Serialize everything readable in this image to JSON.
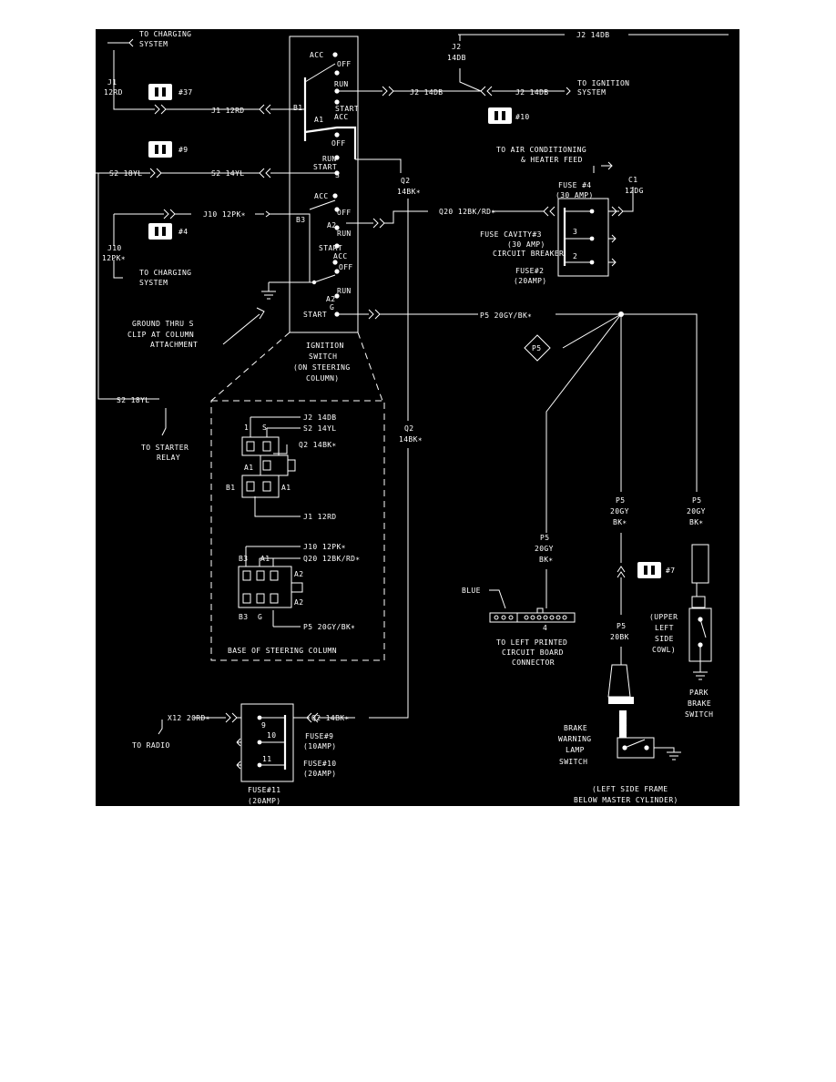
{
  "colors": {
    "background": "#000000",
    "ink": "#ffffff",
    "page": "#ffffff"
  },
  "icons": [
    "book-ref-icon",
    "ground-icon",
    "connector-icon",
    "switch-icon",
    "lamp-icon"
  ],
  "labels": {
    "to_charging_1": "TO CHARGING",
    "system_1": "SYSTEM",
    "j1": "J1",
    "j1_12rd": "12RD",
    "ref37": "#37",
    "j1_12rd_wire": "J1 12RD",
    "j2_14db_top": "J2 14DB",
    "j2": "J2",
    "j2_14db_v": "14DB",
    "j2_14db_mid": "J2 14DB",
    "j2_14db_right": "J2 14DB",
    "to_ignition": "TO IGNITION",
    "system_ign": "SYSTEM",
    "ref10": "#10",
    "ref9": "#9",
    "s2_18yl_left": "S2 18YL",
    "s2_14yl": "S2 14YL",
    "j10_12pk": "J10 12PK∗",
    "ref4": "#4",
    "j10": "J10",
    "j10_12pk_v": "12PK∗",
    "to_charging_2": "TO CHARGING",
    "system_2": "SYSTEM",
    "ground_1": "GROUND THRU S",
    "ground_2": "CLIP AT COLUMN",
    "ground_3": "ATTACHMENT",
    "ign_1": "IGNITION",
    "ign_2": "SWITCH",
    "ign_3": "(ON STEERING",
    "ign_4": "COLUMN)",
    "s2_18yl_bottom": "S2 18YL",
    "to_starter": "TO STARTER",
    "relay": "RELAY",
    "acc_1": "ACC",
    "off_1": "OFF",
    "run_1": "RUN",
    "start_1": "START",
    "acc_2": "ACC",
    "b1": "B1",
    "a1": "A1",
    "off_2": "OFF",
    "run_2": "RUN",
    "start_2": "START",
    "s_pin": "S",
    "acc_3": "ACC",
    "off_3": "OFF",
    "b3": "B3",
    "a2": "A2",
    "run_3": "RUN",
    "start_3": "START",
    "acc_4": "ACC",
    "off_4": "OFF",
    "run_4": "RUN",
    "a2_g": "A2",
    "g_pin": "G",
    "start_4": "START",
    "q2": "Q2",
    "q2_14bk": "14BK∗",
    "q20": "Q20 12BK/RD∗",
    "to_ac_1": "TO AIR CONDITIONING",
    "to_ac_2": "& HEATER FEED",
    "c1": "C1",
    "c1_12dg": "12DG",
    "fuse4_1": "FUSE #4",
    "fuse4_2": "(30 AMP)",
    "fuse_cavity_1": "FUSE CAVITY#3",
    "fuse_cavity_2": "(30 AMP)",
    "fuse_cavity_3": "CIRCUIT BREAKER",
    "fuse2_1": "FUSE#2",
    "fuse2_2": "(20AMP)",
    "cav3": "3",
    "cav2": "2",
    "p5_wire": "P5 20GY/BK∗",
    "p5_diamond": "P5",
    "q2_b": "Q2",
    "q2_b_14bk": "14BK∗",
    "bsc_j2": "J2 14DB",
    "bsc_s2": "S2 14YL",
    "bsc_q2": "Q2 14BK∗",
    "bsc_1": "1",
    "bsc_s": "S",
    "bsc_a1": "A1",
    "bsc_b1": "B1",
    "bsc_a1b": "A1",
    "bsc_j1": "J1 12RD",
    "bsc_j10": "J10 12PK∗",
    "bsc_b3": "B3",
    "bsc_a1c": "A1",
    "bsc_q20": "Q20 12BK/RD∗",
    "bsc_a2": "A2",
    "bsc_a2b": "A2",
    "bsc_b3b": "B3",
    "bsc_g": "G",
    "bsc_p5": "P5 20GY/BK∗",
    "bsc_title": "BASE OF STEERING COLUMN",
    "p5_a": "P5",
    "p5_a_1": "20GY",
    "p5_a_2": "BK∗",
    "p5_b": "P5",
    "p5_b_1": "20GY",
    "p5_b_2": "BK∗",
    "p5_c": "P5",
    "p5_c_1": "20GY",
    "p5_c_2": "BK∗",
    "ref7": "#7",
    "blue": "BLUE",
    "conn_4": "4",
    "to_left_1": "TO LEFT PRINTED",
    "to_left_2": "CIRCUIT BOARD",
    "to_left_3": "CONNECTOR",
    "p5_d": "P5",
    "p5_d_1": "20BK",
    "upper_1": "(UPPER",
    "upper_2": "LEFT",
    "upper_3": "SIDE",
    "upper_4": "COWL)",
    "park_1": "PARK",
    "park_2": "BRAKE",
    "park_3": "SWITCH",
    "bw_1": "BRAKE",
    "bw_2": "WARNING",
    "bw_3": "LAMP",
    "bw_4": "SWITCH",
    "frame_1": "(LEFT SIDE FRAME",
    "frame_2": "BELOW MASTER CYLINDER)",
    "x12": "X12 20RD∗",
    "to_radio": "TO RADIO",
    "q2_14bk_bottom": "Q2 14BK∗",
    "fuse9_1": "FUSE#9",
    "fuse9_2": "(10AMP)",
    "fuse10_1": "FUSE#10",
    "fuse10_2": "(20AMP)",
    "fuse11_1": "FUSE#11",
    "fuse11_2": "(20AMP)",
    "f9": "9",
    "f10": "10",
    "f11": "11"
  }
}
